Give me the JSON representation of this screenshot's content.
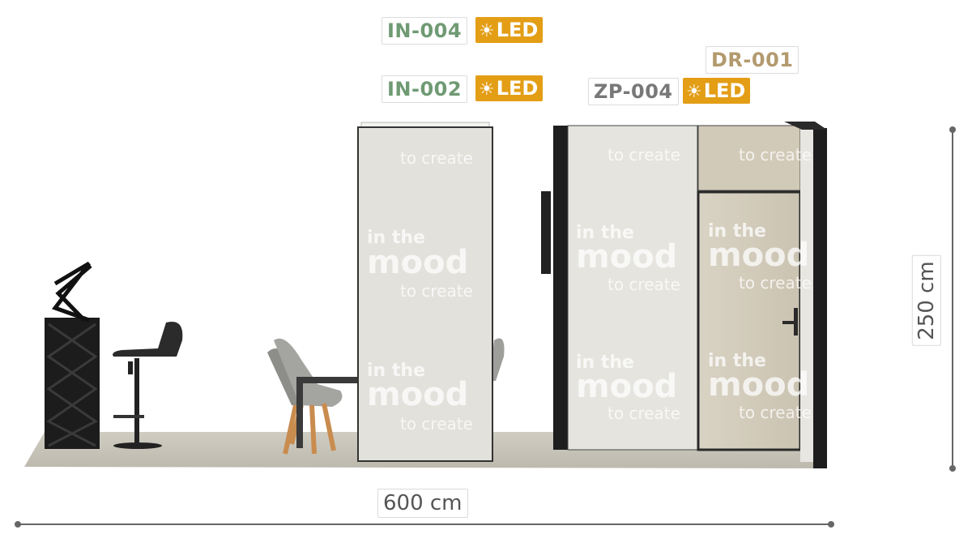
{
  "labels": {
    "in_004": "IN-004",
    "in_002": "IN-002",
    "zp_004": "ZP-004",
    "dr_001": "DR-001",
    "led": "LED",
    "led_icon": "sun-icon"
  },
  "dimensions": {
    "width": "600 cm",
    "height": "250 cm"
  },
  "graphics": {
    "brand_line1": "in the",
    "brand_line2": "mood",
    "brand_line3": "to create"
  },
  "colors": {
    "led_badge": "#e39e16",
    "in_label": "#6f9a73",
    "zp_label": "#787878",
    "dr_label": "#b39a6e",
    "floor": "#c9c6bb",
    "panel": "#e2e0da",
    "door": "#d6cfbf"
  }
}
